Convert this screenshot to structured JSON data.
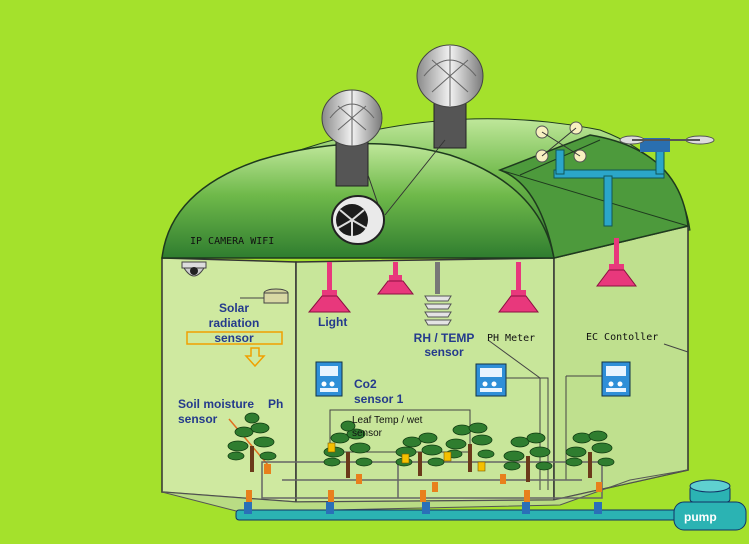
{
  "labels": {
    "ip_camera": "IP CAMERA WIFI",
    "solar_l1": "Solar",
    "solar_l2": "radiation",
    "solar_l3": "sensor",
    "light": "Light",
    "rh_l1": "RH / TEMP",
    "rh_l2": "sensor",
    "ph_meter": "PH Meter",
    "ec_controller": "EC Contoller",
    "soil_l1": "Soil moisture",
    "soil_l2": "sensor",
    "ph": "Ph",
    "co2_l1": "Co2",
    "co2_l2": "sensor 1",
    "leaf_l1": "Leaf Temp / wet",
    "leaf_l2": "sensor",
    "pump": "pump"
  },
  "colors": {
    "background": "#a4e12c",
    "roof": "#4d9a3c",
    "wall": "#cfe9a0",
    "lamp": "#e8387c",
    "controller": "#2f8fd8",
    "pipe": "#2bb3b3"
  }
}
